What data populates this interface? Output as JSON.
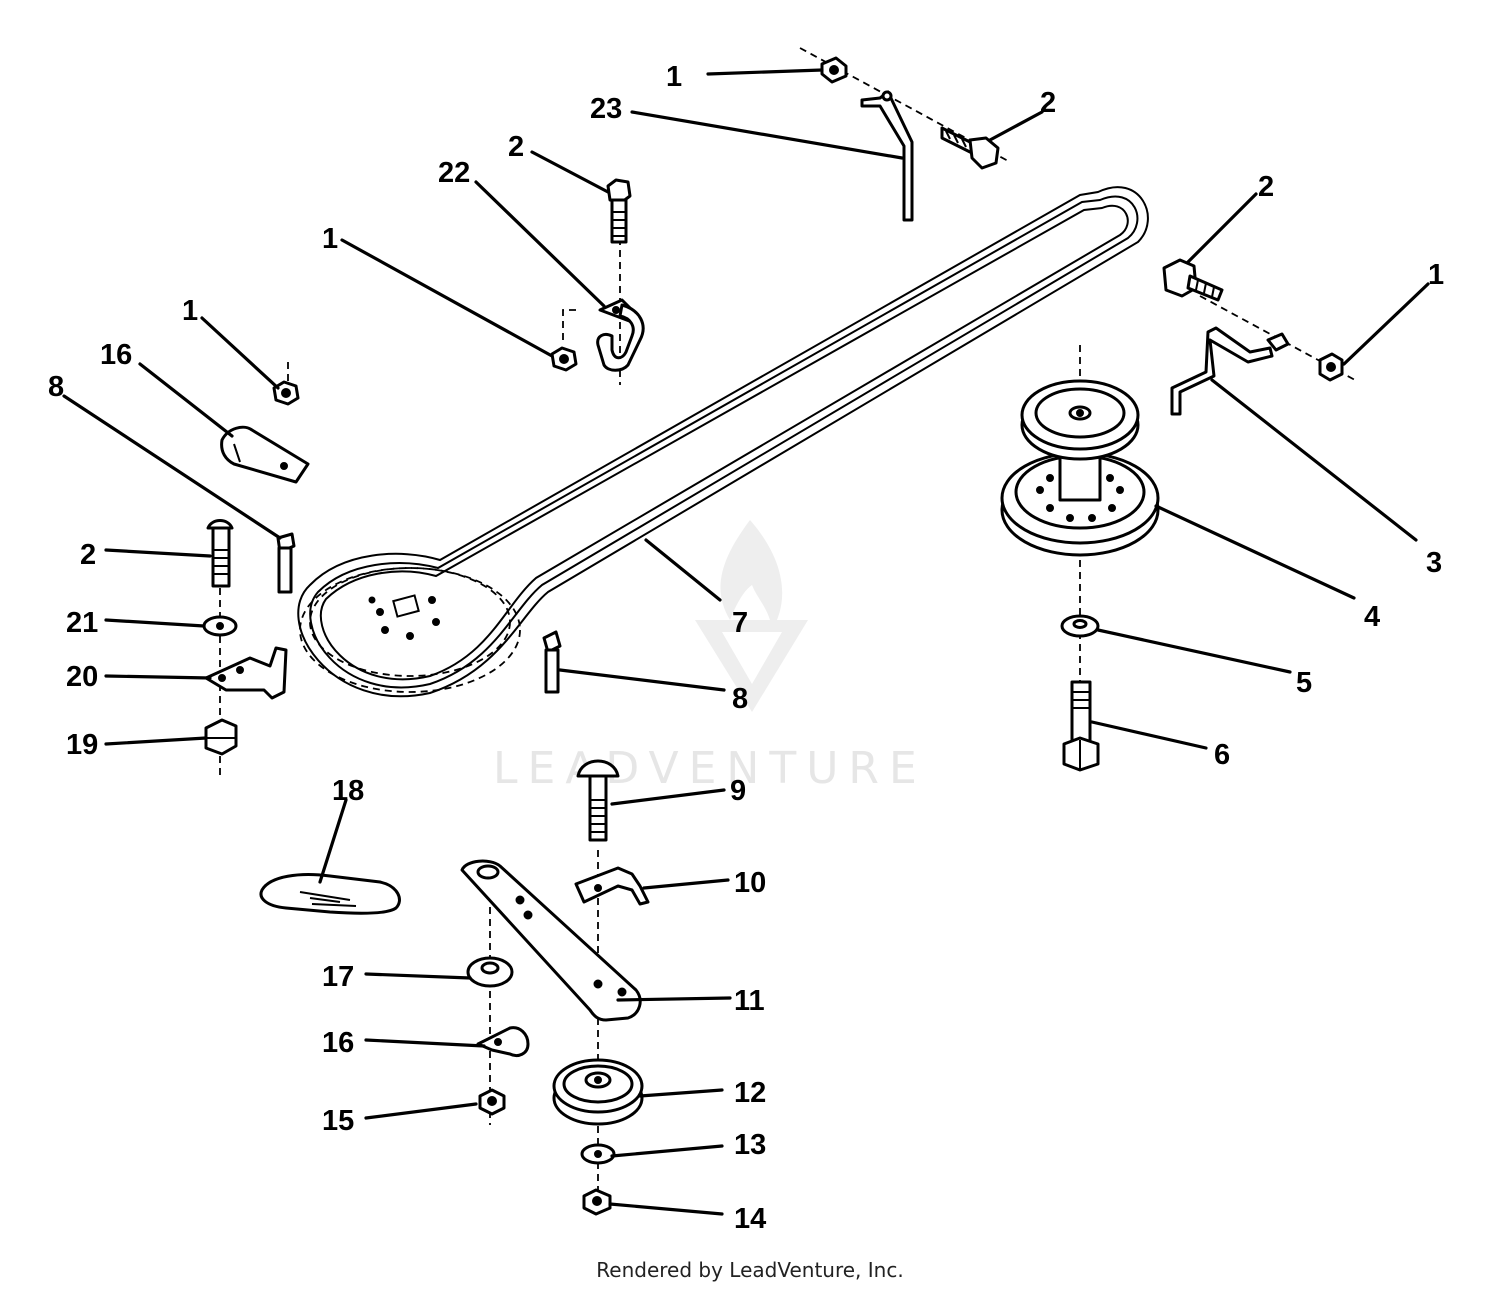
{
  "watermark": {
    "text": "LEADVENTURE"
  },
  "credit": "Rendered by LeadVenture, Inc.",
  "callouts": [
    {
      "id": "c1a",
      "label": "1"
    },
    {
      "id": "c23",
      "label": "23"
    },
    {
      "id": "c2a",
      "label": "2"
    },
    {
      "id": "c2b",
      "label": "2"
    },
    {
      "id": "c22",
      "label": "22"
    },
    {
      "id": "c1b",
      "label": "1"
    },
    {
      "id": "c2c",
      "label": "2"
    },
    {
      "id": "c1c",
      "label": "1"
    },
    {
      "id": "c1d",
      "label": "1"
    },
    {
      "id": "c16a",
      "label": "16"
    },
    {
      "id": "c8a",
      "label": "8"
    },
    {
      "id": "c2d",
      "label": "2"
    },
    {
      "id": "c21",
      "label": "21"
    },
    {
      "id": "c20",
      "label": "20"
    },
    {
      "id": "c19",
      "label": "19"
    },
    {
      "id": "c7",
      "label": "7"
    },
    {
      "id": "c8b",
      "label": "8"
    },
    {
      "id": "c3",
      "label": "3"
    },
    {
      "id": "c4",
      "label": "4"
    },
    {
      "id": "c5",
      "label": "5"
    },
    {
      "id": "c6",
      "label": "6"
    },
    {
      "id": "c9",
      "label": "9"
    },
    {
      "id": "c18",
      "label": "18"
    },
    {
      "id": "c10",
      "label": "10"
    },
    {
      "id": "c17",
      "label": "17"
    },
    {
      "id": "c11",
      "label": "11"
    },
    {
      "id": "c16b",
      "label": "16"
    },
    {
      "id": "c12",
      "label": "12"
    },
    {
      "id": "c15",
      "label": "15"
    },
    {
      "id": "c13",
      "label": "13"
    },
    {
      "id": "c14",
      "label": "14"
    }
  ]
}
